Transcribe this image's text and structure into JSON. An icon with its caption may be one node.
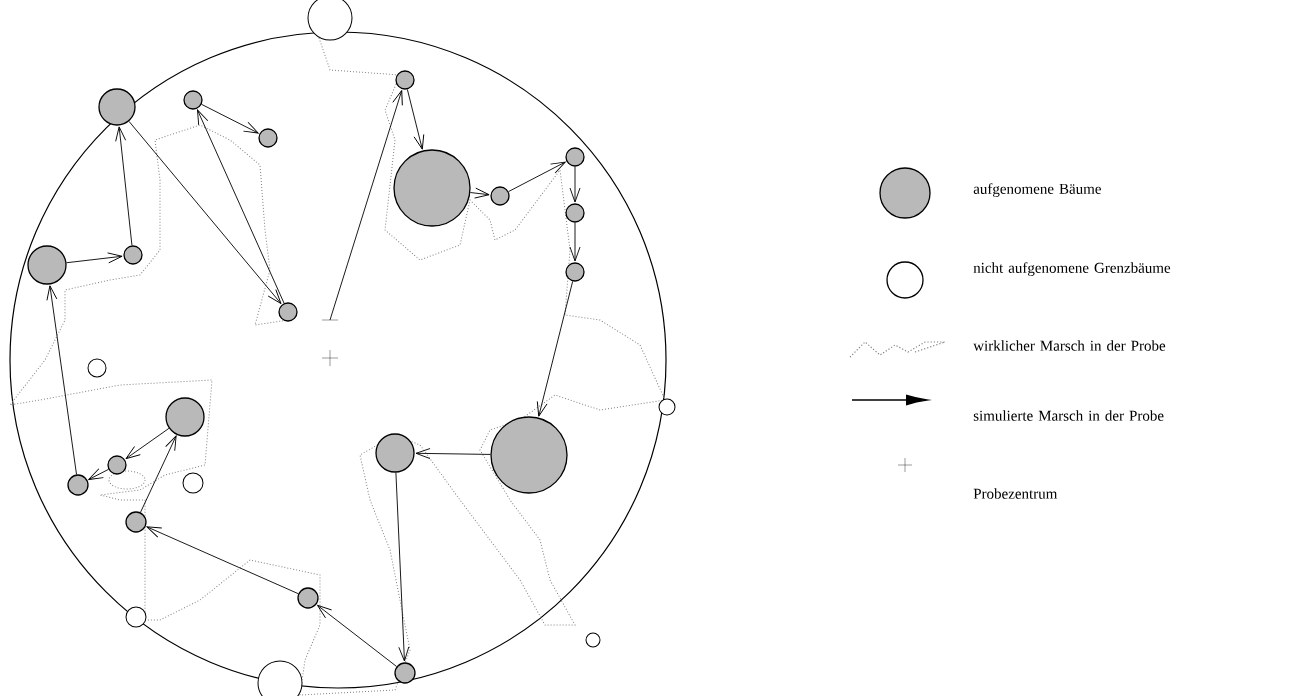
{
  "diagram": {
    "nodes": [
      {
        "text": [],
        "shape": "circle"
      },
      {
        "text": [],
        "shape": "circle"
      },
      {
        "text": [],
        "shape": "circle"
      },
      {
        "text": [],
        "shape": "circle"
      },
      {
        "text": [],
        "shape": "circle"
      },
      {
        "text": [],
        "shape": "circle"
      },
      {
        "text": [],
        "shape": "circle"
      },
      {
        "text": [],
        "shape": "circle"
      },
      {
        "text": [],
        "shape": "circle"
      },
      {
        "text": [],
        "shape": "circle"
      },
      {
        "text": [],
        "shape": "circle"
      },
      {
        "text": [],
        "shape": "circle"
      },
      {
        "text": [],
        "shape": "circle"
      },
      {
        "text": [],
        "shape": "circle"
      },
      {
        "text": [],
        "shape": "circle"
      },
      {
        "text": [],
        "shape": "circle"
      },
      {
        "text": [],
        "shape": "circle"
      },
      {
        "text": [],
        "shape": "circle"
      },
      {
        "text": [],
        "shape": "circle"
      },
      {
        "text": [],
        "shape": "circle"
      }
    ],
    "edges": [
      {
        "from": null,
        "to": 3,
        "arrow": "to"
      },
      {
        "from": 3,
        "to": 4,
        "arrow": "to"
      },
      {
        "from": 4,
        "to": 5,
        "arrow": "to"
      },
      {
        "from": 5,
        "to": 6,
        "arrow": "to"
      },
      {
        "from": 6,
        "to": 7,
        "arrow": "to"
      },
      {
        "from": 7,
        "to": 8,
        "arrow": "to"
      },
      {
        "from": 8,
        "to": 14,
        "arrow": "to"
      },
      {
        "from": 14,
        "to": 13,
        "arrow": "to"
      },
      {
        "from": 13,
        "to": 19,
        "arrow": "to"
      },
      {
        "from": 19,
        "to": 18,
        "arrow": "to"
      },
      {
        "from": 18,
        "to": 17,
        "arrow": "to"
      },
      {
        "from": 17,
        "to": 12,
        "arrow": "to"
      },
      {
        "from": 12,
        "to": 15,
        "arrow": "to"
      },
      {
        "from": 15,
        "to": 16,
        "arrow": "to"
      },
      {
        "from": 16,
        "to": 9,
        "arrow": "to"
      },
      {
        "from": 9,
        "to": 10,
        "arrow": "to"
      },
      {
        "from": 10,
        "to": 0,
        "arrow": "to"
      },
      {
        "from": 0,
        "to": 11,
        "arrow": "to"
      },
      {
        "from": 11,
        "to": 1,
        "arrow": "to"
      },
      {
        "from": 1,
        "to": 2,
        "arrow": "to"
      }
    ],
    "legend": [
      {
        "text": "aufgenomene Bäume"
      },
      {
        "text": "nicht aufgenomene Grenzbäume"
      },
      {
        "text": "wirklicher Marsch in der Probe"
      },
      {
        "text": "simulierte Marsch in der Probe"
      },
      {
        "text": "Probezentrum"
      }
    ]
  }
}
